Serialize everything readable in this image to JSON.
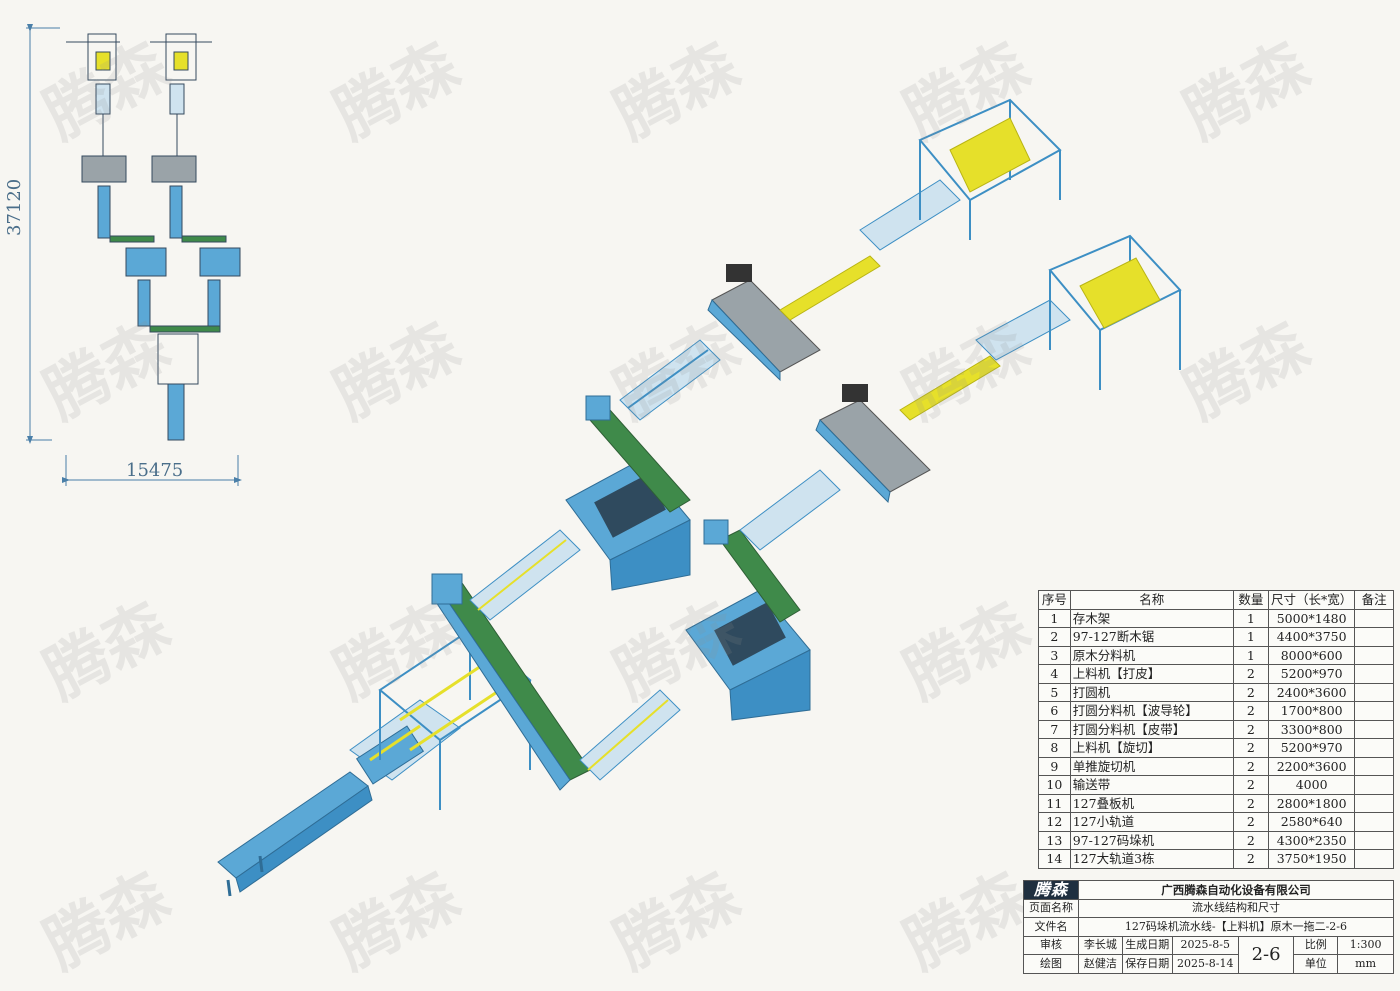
{
  "watermark_text": "腾森",
  "dimensions": {
    "width": "15475",
    "length": "37120"
  },
  "bom": {
    "headers": [
      "序号",
      "名称",
      "数量",
      "尺寸（长*宽）",
      "备注"
    ],
    "rows": [
      [
        "1",
        "存木架",
        "1",
        "5000*1480",
        ""
      ],
      [
        "2",
        "97-127断木锯",
        "1",
        "4400*3750",
        ""
      ],
      [
        "3",
        "原木分料机",
        "1",
        "8000*600",
        ""
      ],
      [
        "4",
        "上料机【打皮】",
        "2",
        "5200*970",
        ""
      ],
      [
        "5",
        "打圆机",
        "2",
        "2400*3600",
        ""
      ],
      [
        "6",
        "打圆分料机【波导轮】",
        "2",
        "1700*800",
        ""
      ],
      [
        "7",
        "打圆分料机【皮带】",
        "2",
        "3300*800",
        ""
      ],
      [
        "8",
        "上料机【旋切】",
        "2",
        "5200*970",
        ""
      ],
      [
        "9",
        "单推旋切机",
        "2",
        "2200*3600",
        ""
      ],
      [
        "10",
        "输送带",
        "2",
        "4000",
        ""
      ],
      [
        "11",
        "127叠板机",
        "2",
        "2800*1800",
        ""
      ],
      [
        "12",
        "127小轨道",
        "2",
        "2580*640",
        ""
      ],
      [
        "13",
        "97-127码垛机",
        "2",
        "4300*2350",
        ""
      ],
      [
        "14",
        "127大轨道3栋",
        "2",
        "3750*1950",
        ""
      ]
    ]
  },
  "title_block": {
    "logo": "腾森",
    "company": "广西腾森自动化设备有限公司",
    "page_name_label": "页面名称",
    "page_name": "流水线结构和尺寸",
    "file_name_label": "文件名",
    "file_name": "127码垛机流水线-【上料机】原木一拖二-2-6",
    "review_label": "审核",
    "reviewer": "李长城",
    "created_label": "生成日期",
    "created_date": "2025-8-5",
    "drawing_label": "绘图",
    "drafter": "赵健洁",
    "saved_label": "保存日期",
    "saved_date": "2025-8-14",
    "sheet_no": "2-6",
    "scale_label": "比例",
    "scale": "1:300",
    "unit_label": "单位",
    "unit": "mm"
  },
  "colors": {
    "machine_blue": "#5ba8d6",
    "frame_blue": "#3d8fc4",
    "conveyor_yellow": "#e6e02a",
    "belt_green": "#3f8a4a",
    "steel_gray": "#9aa3a8"
  }
}
